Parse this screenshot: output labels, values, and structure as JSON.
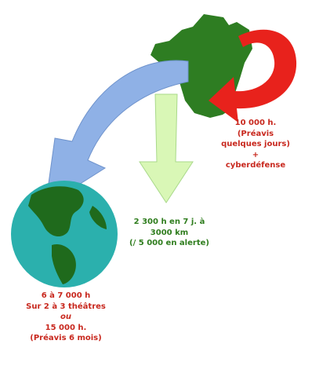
{
  "colors": {
    "france": "#2e7d22",
    "red_arrow": "#e8221c",
    "blue_arrow": "#8fb1e6",
    "green_arrow": "#d9f7b6",
    "ocean": "#2bb0ad",
    "land": "#1f6a1c",
    "red_text": "#c8281e",
    "green_text": "#2f7d1e"
  },
  "labels": {
    "cyber": {
      "line1": "10 000 h.",
      "line2": "(Préavis",
      "line3": "quelques jours)",
      "line4": "+",
      "line5": "cyberdéfense"
    },
    "national": {
      "line1": "2 300 h en 7 j. à",
      "line2": "3000 km",
      "line3": "(/ 5 000 en alerte)"
    },
    "overseas": {
      "line1": "6 à 7 000 h",
      "line2": "Sur 2 à 3 théâtres",
      "line3": "ou",
      "line4": "15 000 h.",
      "line5": "(Préavis 6 mois)"
    }
  }
}
